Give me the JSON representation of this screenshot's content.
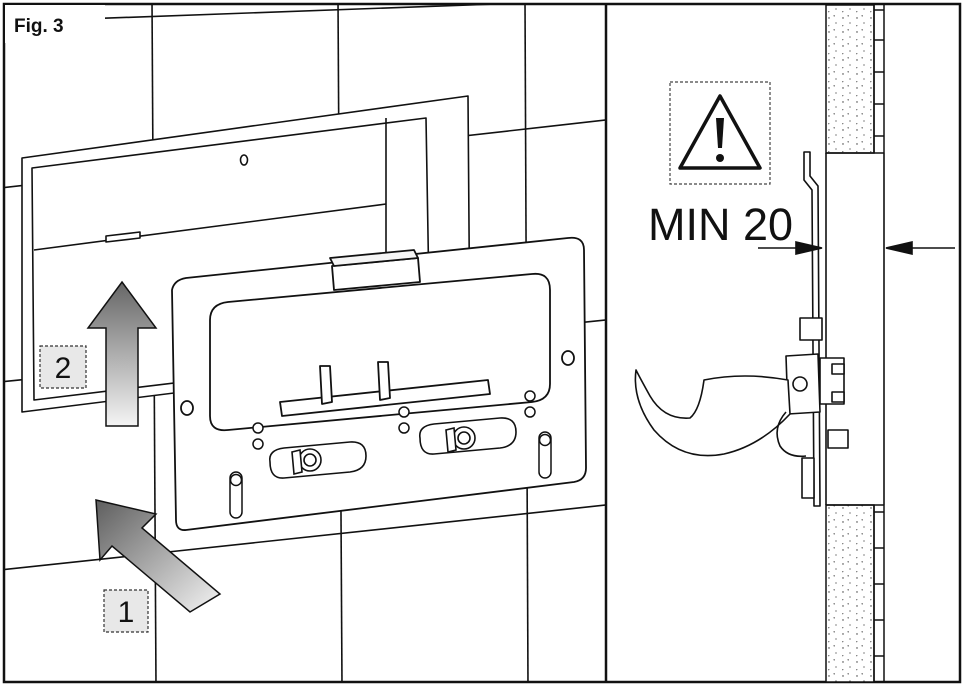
{
  "figure": {
    "label": "Fig. 3",
    "steps": [
      {
        "number": "1"
      },
      {
        "number": "2"
      }
    ],
    "dimension": {
      "text": "MIN 20"
    },
    "warning_icon": "warning-triangle-icon",
    "colors": {
      "line": "#111111",
      "arrow_fill_dark": "#6f6f6f",
      "arrow_fill_light": "#f2f2f2",
      "step_box_fill": "#e6e6e6"
    }
  }
}
